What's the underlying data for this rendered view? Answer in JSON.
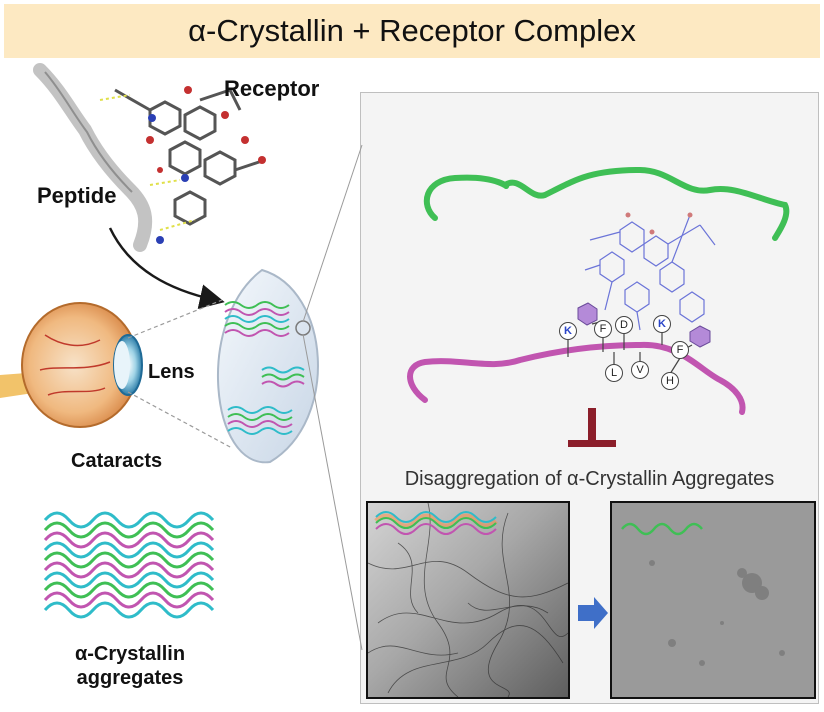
{
  "title": "α-Crystallin + Receptor Complex",
  "labels": {
    "receptor": "Receptor",
    "peptide": "Peptide",
    "lens": "Lens",
    "cataracts": "Cataracts",
    "aggregates_line1": "α-Crystallin",
    "aggregates_line2": "aggregates",
    "disaggregation": "Disaggregation of α-Crystallin Aggregates"
  },
  "residues": [
    "K",
    "F",
    "D",
    "L",
    "V",
    "K",
    "F",
    "H"
  ],
  "colors": {
    "title_bg": "#fde9c2",
    "green_strand": "#3fbf55",
    "pink_strand": "#c155b0",
    "cyan_strand": "#2fbcc9",
    "inhibit_bar": "#8b1e2a",
    "arrow": "#3f6fc8"
  }
}
